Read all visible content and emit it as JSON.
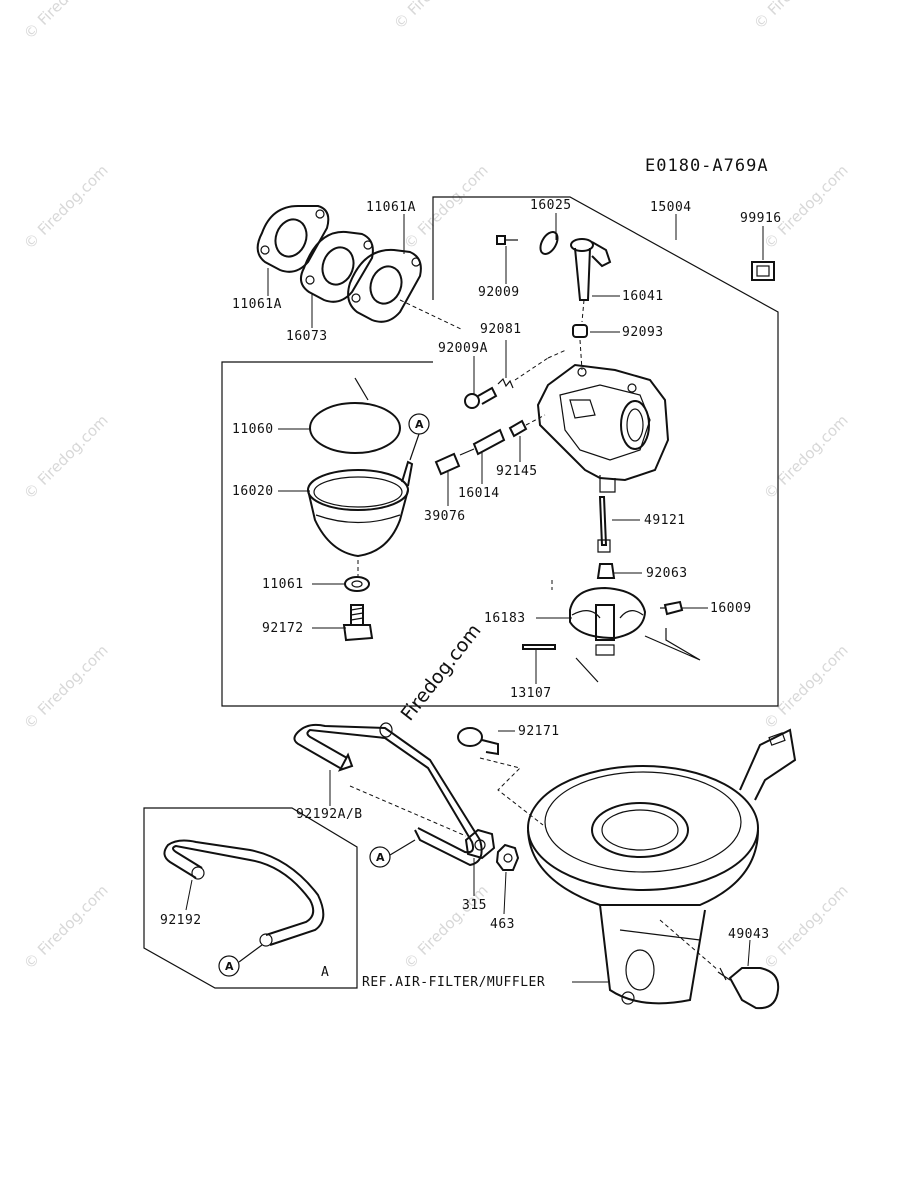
{
  "diagram_code": "E0180-A769A",
  "watermark": "© Firedog.com",
  "center_watermark": "Firedog.com",
  "ref_marker": "A",
  "inset_label": "A",
  "ref_note": "REF.AIR-FILTER/MUFFLER",
  "parts": [
    {
      "id": "p-11061a-top",
      "number": "11061A"
    },
    {
      "id": "p-11061a-left",
      "number": "11061A"
    },
    {
      "id": "p-16073",
      "number": "16073"
    },
    {
      "id": "p-16025",
      "number": "16025"
    },
    {
      "id": "p-15004",
      "number": "15004"
    },
    {
      "id": "p-99916",
      "number": "99916"
    },
    {
      "id": "p-92009",
      "number": "92009"
    },
    {
      "id": "p-16041",
      "number": "16041"
    },
    {
      "id": "p-92081",
      "number": "92081"
    },
    {
      "id": "p-92093",
      "number": "92093"
    },
    {
      "id": "p-92009a",
      "number": "92009A"
    },
    {
      "id": "p-11060",
      "number": "11060"
    },
    {
      "id": "p-16014",
      "number": "16014"
    },
    {
      "id": "p-92145",
      "number": "92145"
    },
    {
      "id": "p-16020",
      "number": "16020"
    },
    {
      "id": "p-39076",
      "number": "39076"
    },
    {
      "id": "p-49121",
      "number": "49121"
    },
    {
      "id": "p-92063",
      "number": "92063"
    },
    {
      "id": "p-11061",
      "number": "11061"
    },
    {
      "id": "p-16183",
      "number": "16183"
    },
    {
      "id": "p-16009",
      "number": "16009"
    },
    {
      "id": "p-92172",
      "number": "92172"
    },
    {
      "id": "p-13107",
      "number": "13107"
    },
    {
      "id": "p-92171",
      "number": "92171"
    },
    {
      "id": "p-92192ab",
      "number": "92192A/B"
    },
    {
      "id": "p-315",
      "number": "315"
    },
    {
      "id": "p-463",
      "number": "463"
    },
    {
      "id": "p-92192",
      "number": "92192"
    },
    {
      "id": "p-49043",
      "number": "49043"
    }
  ]
}
